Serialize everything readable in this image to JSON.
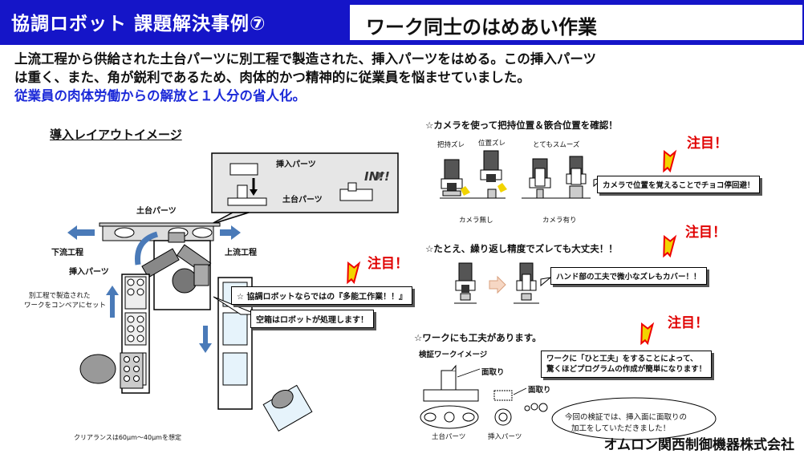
{
  "header": {
    "title": "協調ロボット 課題解決事例⑦",
    "subtitle": "ワーク同士のはめあい作業"
  },
  "intro": {
    "line1": "上流工程から供給された土台パーツに別工程で製造された、挿入パーツをはめる。この挿入パーツ",
    "line2": "は重く、また、角が鋭利であるため、肉体的かつ精神的に従業員を悩ませていました。",
    "line3": "従業員の肉体労働からの解放と１人分の省人化。"
  },
  "layout": {
    "title": "導入レイアウトイメージ",
    "zoom_insert_label": "挿入パーツ",
    "zoom_base_label": "土台パーツ",
    "zoom_in_text": "IN!!",
    "base_parts_label": "土台パーツ",
    "downstream_label": "下流工程",
    "upstream_label": "上流工程",
    "insert_parts_label": "挿入パーツ",
    "conveyor_note_line1": "別工程で製造された",
    "conveyor_note_line2": "ワークをコンベアにセット",
    "multi_task_callout": "☆ 協調ロボットならではの『多能工作業！！』",
    "empty_box_callout": "空箱はロボットが処理します！",
    "clearance_note": "クリアランスは60μm～40μmを想定"
  },
  "camera": {
    "heading": "☆カメラを使って把持位置＆篏合位置を確認！",
    "label_grip": "把持ズレ",
    "label_pos": "位置ズレ",
    "label_smooth": "とてもスムーズ",
    "no_camera": "カメラ無し",
    "with_camera": "カメラ有り",
    "callout": "カメラで位置を覚えることでチョコ停回避！",
    "attention": "注目！"
  },
  "repeat": {
    "heading": "☆たとえ、繰り返し精度でズレても大丈夫！！",
    "callout": "ハンド部の工夫で微小なズレもカバー！！",
    "attention": "注目！"
  },
  "work": {
    "heading": "☆ワークにも工夫があります。",
    "sub": "検証ワークイメージ",
    "chamfer1": "面取り",
    "chamfer2": "面取り",
    "callout_line1": "ワークに「ひと工夫」をすることによって、",
    "callout_line2": "驚くほどプログラムの作成が簡単になります！",
    "base_label": "土台パーツ",
    "insert_label": "挿入パーツ",
    "cloud_line1": "今回の検証では、挿入面に面取りの",
    "cloud_line2": "加工をしていただきました！",
    "attention": "注目！"
  },
  "layout_attention": "注目！",
  "company": "オムロン関西制御機器株式会社",
  "colors": {
    "header_blue": "#1515c8",
    "accent_blue": "#1c2ad8",
    "attention_red": "#e00000",
    "arrow_blue": "#4a7ab8",
    "arrow_yellow": "#f2d400"
  }
}
